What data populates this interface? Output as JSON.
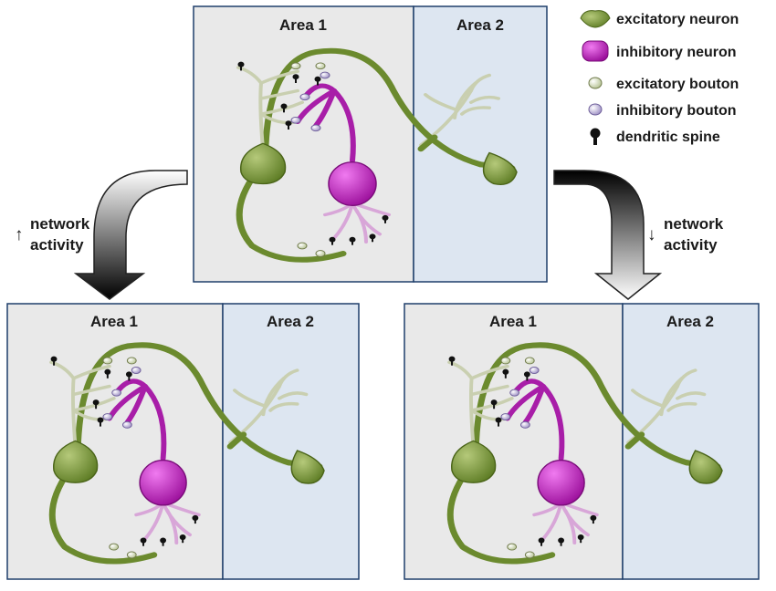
{
  "legend": {
    "excitatory_neuron": "excitatory neuron",
    "inhibitory_neuron": "inhibitory neuron",
    "excitatory_bouton": "excitatory bouton",
    "inhibitory_bouton": "inhibitory bouton",
    "dendritic_spine": "dendritic spine"
  },
  "panels": {
    "top": {
      "area1": "Area 1",
      "area2": "Area 2"
    },
    "left": {
      "area1": "Area 1",
      "area2": "Area 2"
    },
    "right": {
      "area1": "Area 1",
      "area2": "Area 2"
    }
  },
  "arrows": {
    "left": {
      "symbol": "↑",
      "line1": "network",
      "line2": "activity"
    },
    "right": {
      "symbol": "↓",
      "line1": "network",
      "line2": "activity"
    }
  },
  "colors": {
    "area1_bg": "#e9e9e9",
    "area2_bg": "#dde6f1",
    "panel_border": "#1f3f6b",
    "excitatory": "#6b8a2e",
    "inhibitory": "#a81ea8",
    "inhibitory_dendrite": "#d8a6d8",
    "axon_pale": "#c9cfb0"
  },
  "icons": {
    "excitatory_neuron": "green-soma-icon",
    "inhibitory_neuron": "magenta-soma-icon",
    "excitatory_bouton": "pale-green-bouton-icon",
    "inhibitory_bouton": "lavender-bouton-icon",
    "dendritic_spine": "black-spine-icon"
  }
}
